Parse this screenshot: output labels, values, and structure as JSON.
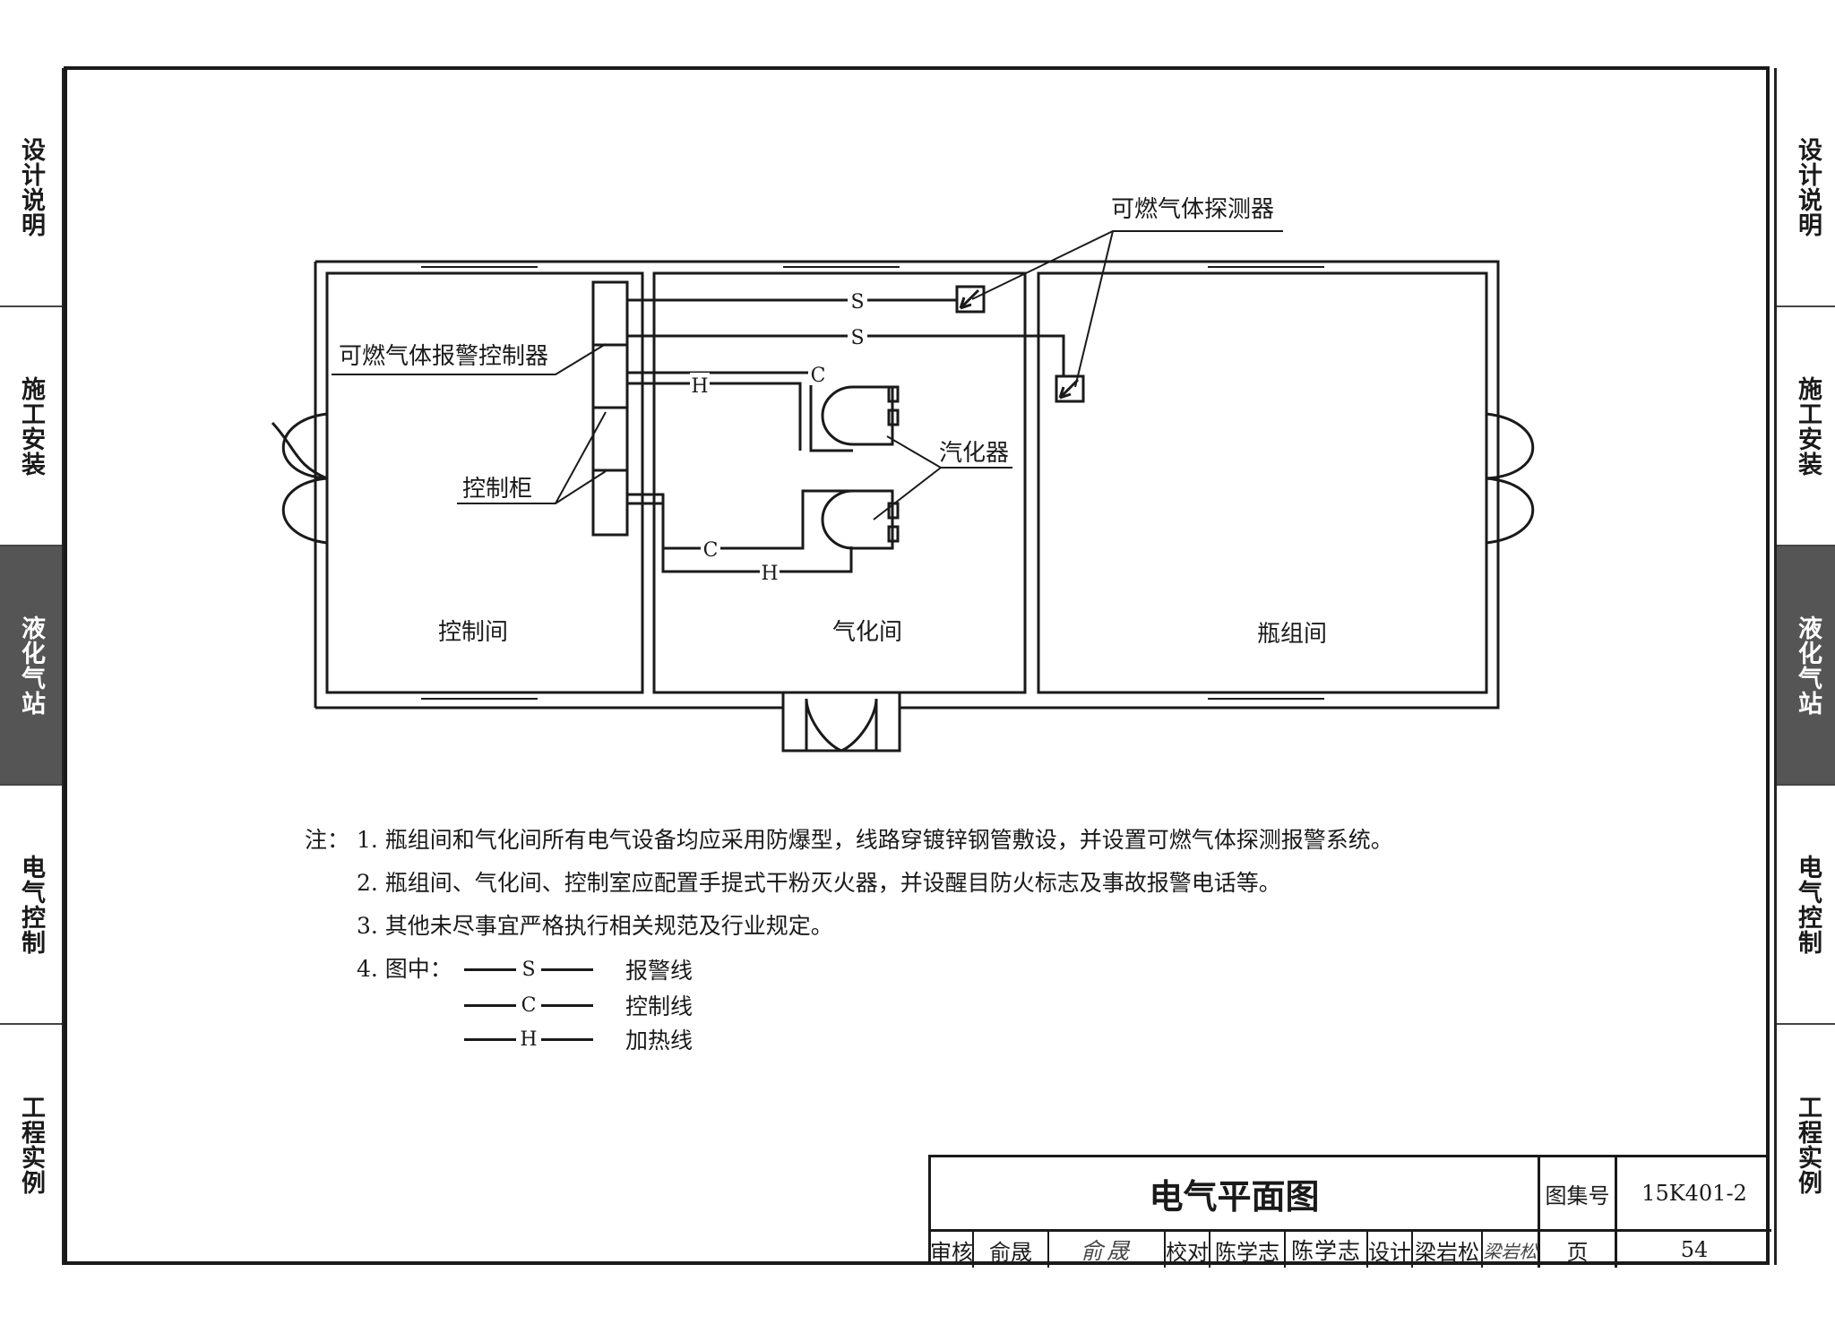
{
  "sidebar": {
    "tabs": [
      {
        "label": "设计说明",
        "active": false
      },
      {
        "label": "施工安装",
        "active": false
      },
      {
        "label": "液化气站",
        "active": true
      },
      {
        "label": "电气控制",
        "active": false
      },
      {
        "label": "工程实例",
        "active": false
      }
    ]
  },
  "plan": {
    "rooms": {
      "control": "控制间",
      "vaporizer": "气化间",
      "cylinder": "瓶组间"
    },
    "labels": {
      "detector": "可燃气体探测器",
      "alarm_controller": "可燃气体报警控制器",
      "control_cabinet": "控制柜",
      "vaporizer": "汽化器"
    },
    "line_codes": {
      "alarm": "S",
      "control": "C",
      "heating": "H"
    }
  },
  "notes": {
    "prefix": "注：",
    "items": [
      "1. 瓶组间和气化间所有电气设备均应采用防爆型，线路穿镀锌钢管敷设，并设置可燃气体探测报警系统。",
      "2. 瓶组间、气化间、控制室应配置手提式干粉灭火器，并设醒目防火标志及事故报警电话等。",
      "3. 其他未尽事宜严格执行相关规范及行业规定。",
      "4. 图中："
    ],
    "legend": [
      {
        "code": "S",
        "name": "报警线"
      },
      {
        "code": "C",
        "name": "控制线"
      },
      {
        "code": "H",
        "name": "加热线"
      }
    ]
  },
  "title_block": {
    "drawing_title": "电气平面图",
    "atlas_label": "图集号",
    "atlas_number": "15K401-2",
    "review_label": "审核",
    "reviewer": "俞晟",
    "reviewer_sig": "俞晟",
    "check_label": "校对",
    "checker": "陈学志",
    "checker_sig": "陈学志",
    "design_label": "设计",
    "designer": "梁岩松",
    "designer_sig": "梁岩松",
    "page_label": "页",
    "page_number": "54"
  }
}
